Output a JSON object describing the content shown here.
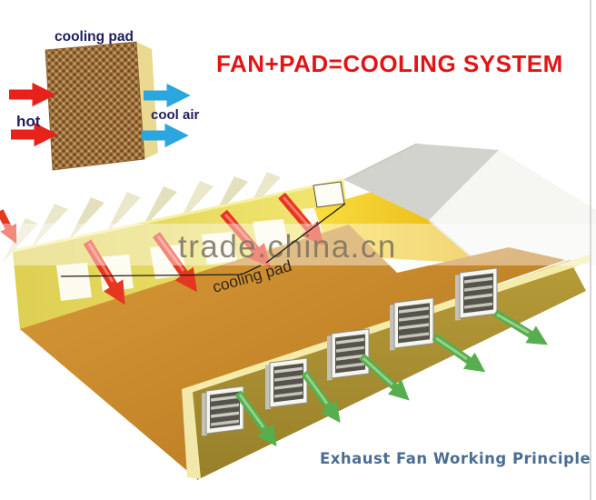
{
  "title": {
    "text": "FAN+PAD=COOLING SYSTEM"
  },
  "watermark": {
    "text": "trade.china.cn"
  },
  "pad_inset": {
    "pad_label": "cooling pad",
    "hot_label": "hot",
    "cool_label": "cool air"
  },
  "building": {
    "pad_label": "cooling pad",
    "caption": "Exhaust Fan Working Principle",
    "fan_count": 5,
    "window_count": 6
  },
  "colors": {
    "title_red": "#e21417",
    "watermark_gray": "#7b7260",
    "label_navy": "#1f1f5c",
    "hot_red": "#e7221b",
    "cool_blue": "#2ba6de",
    "intake_red": "#e5361f",
    "exhaust_green": "#57ae4e",
    "back_wall_yellow": "#e7d955",
    "front_wall_olive": "#ad9231",
    "floor_brown": "#c9882b",
    "gable_yellow": "#f6cf1b",
    "roof_white": "#f4f4f1",
    "pad_brown": "#a87944",
    "caption_blue": "#4a6e93"
  }
}
